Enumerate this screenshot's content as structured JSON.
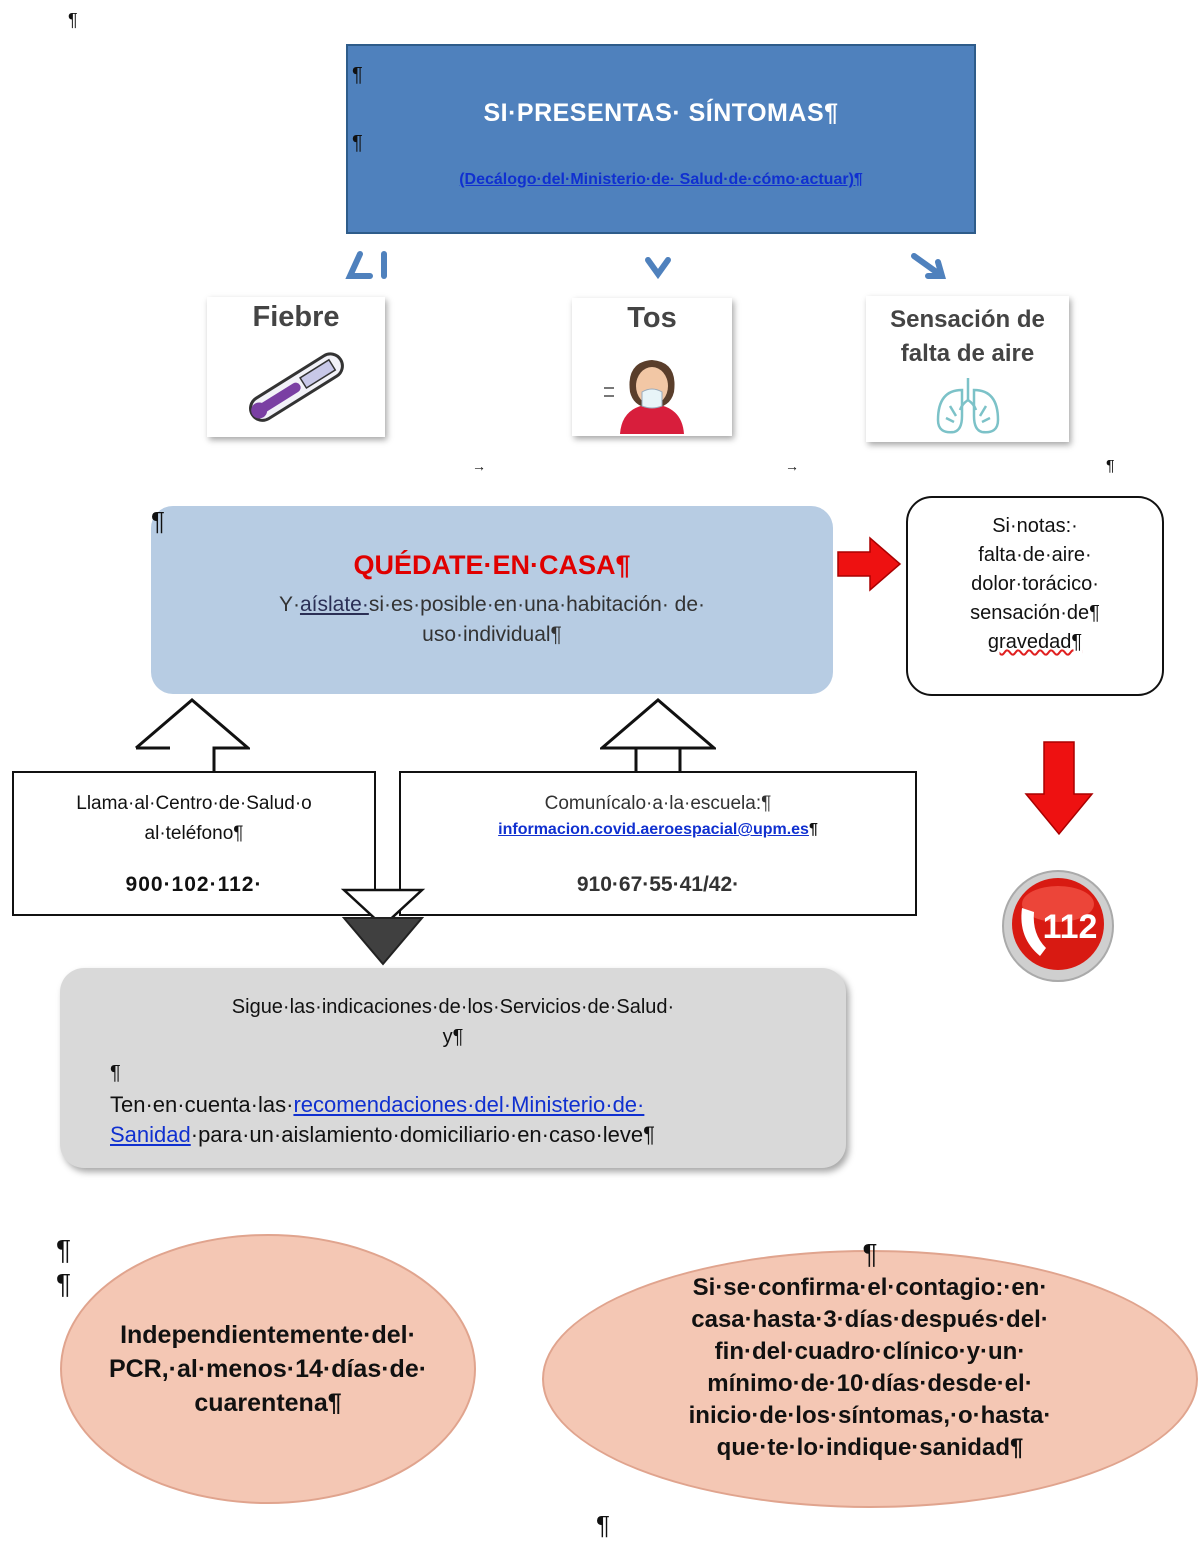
{
  "header": {
    "title": "SI·PRESENTAS· SÍNTOMAS¶",
    "link": "(Decálogo·del·Ministerio·de· Salud·de·cómo·actuar)¶"
  },
  "symptoms": {
    "fever": "Fiebre",
    "cough": "Tos",
    "breath_line1": "Sensación de",
    "breath_line2": "falta de aire"
  },
  "stay_home": {
    "title": "QUÉDATE·EN·CASA¶",
    "line1_pre": "Y·",
    "line1_link": "aíslate·",
    "line1_post": "si·es·posible·en·una·habitación· de·",
    "line2": "uso·individual¶"
  },
  "notes": {
    "l1": "Si·notas:·",
    "l2": "falta·de·aire·",
    "l3": "dolor·torácico·",
    "l4": "sensación·de¶",
    "l5": "gravedad¶"
  },
  "call_health": {
    "line1": "Llama·al·Centro·de·Salud·o",
    "line2": "al·teléfono¶",
    "phone": "900·102·112·"
  },
  "call_school": {
    "line1": "Comunícalo·a·la·escuela:¶",
    "email": "informacion.covid.aeroespacial@upm.es",
    "email_mark": "¶",
    "phone": "910·67·55·41/42·"
  },
  "emergency": {
    "number": "112"
  },
  "follow": {
    "line1": "Sigue·las·indicaciones·de·los·Servicios·de·Salud·",
    "line2": "y¶",
    "pilcrow": "¶",
    "l3_pre": "Ten·en·cuenta·las·",
    "l3_link": "recomendaciones·del·Ministerio·de·",
    "l4_link": "Sanidad",
    "l4_post": "·para·un·aislamiento·domiciliario·en·caso·leve¶"
  },
  "quarantine": {
    "l1": "Independientemente·del·",
    "l2": "PCR,·al·menos·14·días·de·",
    "l3": "cuarentena¶"
  },
  "confirmed": {
    "pilcrow": "¶",
    "l1": "Si·se·confirma·el·contagio:·en·",
    "l2": "casa·hasta·3·días·después·del·",
    "l3": "fin·del·cuadro·clínico·y·un·",
    "l4": "mínimo·de·10·días·desde·el·",
    "l5": "inicio·de·los·síntomas,·o·hasta·",
    "l6": "que·te·lo·indique·sanidad¶"
  },
  "marks": {
    "top": "¶",
    "p1": "¶",
    "p2": "¶",
    "p3": "¶",
    "p4": "¶",
    "p5": "¶",
    "p6": "¶",
    "p7": "¶",
    "bottom": "¶"
  },
  "colors": {
    "header_bg": "#4f81bd",
    "stay_bg": "#b7cce3",
    "stay_title": "#e00000",
    "follow_bg": "#d9d9d9",
    "ellipse_bg": "#f4c7b4",
    "link": "#1030d0",
    "arrow_red": "#ee1111"
  }
}
